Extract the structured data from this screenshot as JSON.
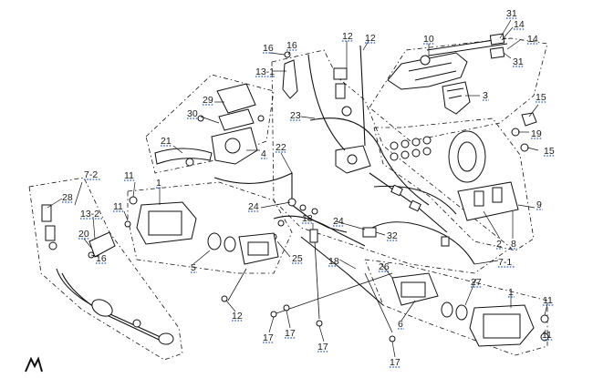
{
  "diagram": {
    "logo_text": "M",
    "callouts": [
      {
        "id": "c31a",
        "text": "31"
      },
      {
        "id": "c14a",
        "text": "14"
      },
      {
        "id": "c10",
        "text": "10"
      },
      {
        "id": "c14b",
        "text": "14"
      },
      {
        "id": "c31b",
        "text": "31"
      },
      {
        "id": "c12a",
        "text": "12"
      },
      {
        "id": "c12b",
        "text": "12"
      },
      {
        "id": "c16a",
        "text": "16"
      },
      {
        "id": "c16b",
        "text": "16"
      },
      {
        "id": "c3",
        "text": "3"
      },
      {
        "id": "c13-1",
        "text": "13-1"
      },
      {
        "id": "c15a",
        "text": "15"
      },
      {
        "id": "c29",
        "text": "29"
      },
      {
        "id": "c30",
        "text": "30"
      },
      {
        "id": "c23",
        "text": "23"
      },
      {
        "id": "c19",
        "text": "19"
      },
      {
        "id": "c15b",
        "text": "15"
      },
      {
        "id": "c21",
        "text": "21"
      },
      {
        "id": "c22",
        "text": "22"
      },
      {
        "id": "c4",
        "text": "4"
      },
      {
        "id": "c7-2",
        "text": "7-2"
      },
      {
        "id": "c11a",
        "text": "11"
      },
      {
        "id": "c1a",
        "text": "1"
      },
      {
        "id": "c9",
        "text": "9"
      },
      {
        "id": "c28",
        "text": "28"
      },
      {
        "id": "c11b",
        "text": "11"
      },
      {
        "id": "c24a",
        "text": "24"
      },
      {
        "id": "c13-2",
        "text": "13-2"
      },
      {
        "id": "c18a",
        "text": "18"
      },
      {
        "id": "c24b",
        "text": "24"
      },
      {
        "id": "c20",
        "text": "20"
      },
      {
        "id": "c2",
        "text": "2"
      },
      {
        "id": "c8",
        "text": "8"
      },
      {
        "id": "c32",
        "text": "32"
      },
      {
        "id": "c16c",
        "text": "16"
      },
      {
        "id": "c25",
        "text": "25"
      },
      {
        "id": "c18b",
        "text": "18"
      },
      {
        "id": "c7-1",
        "text": "7-1"
      },
      {
        "id": "c5",
        "text": "5"
      },
      {
        "id": "c26",
        "text": "26"
      },
      {
        "id": "c27",
        "text": "27"
      },
      {
        "id": "c1b",
        "text": "1"
      },
      {
        "id": "c11c",
        "text": "11"
      },
      {
        "id": "c12c",
        "text": "12"
      },
      {
        "id": "c6",
        "text": "6"
      },
      {
        "id": "c11d",
        "text": "11"
      },
      {
        "id": "c17a",
        "text": "17"
      },
      {
        "id": "c17b",
        "text": "17"
      },
      {
        "id": "c17c",
        "text": "17"
      },
      {
        "id": "c17d",
        "text": "17"
      }
    ]
  }
}
